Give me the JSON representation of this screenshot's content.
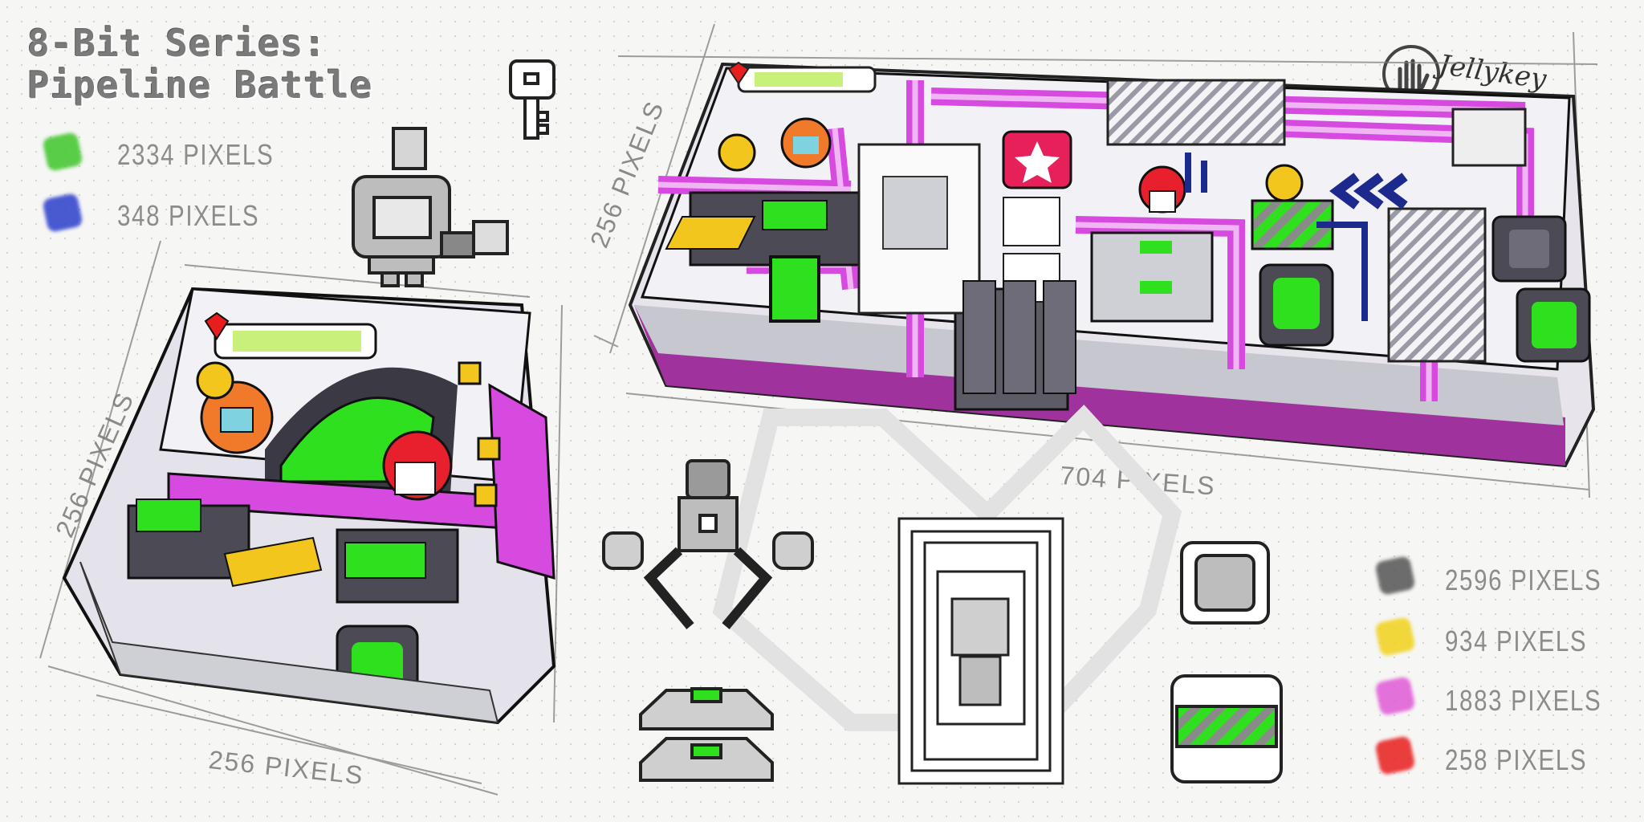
{
  "title": {
    "line1": "8-Bit Series:",
    "line2": "Pipeline Battle"
  },
  "brand": {
    "name": "Jellykey"
  },
  "palette_top": [
    {
      "label": "2334 PIXELS",
      "color": "#3ec62a"
    },
    {
      "label": "348 PIXELS",
      "color": "#2c3fcc"
    }
  ],
  "palette_bottom": [
    {
      "label": "2596 PIXELS",
      "color": "#555555"
    },
    {
      "label": "934  PIXELS",
      "color": "#f2d21a"
    },
    {
      "label": "1883 PIXELS",
      "color": "#e05ad6"
    },
    {
      "label": "258 PIXELS",
      "color": "#e81e1e"
    }
  ],
  "dimensions": {
    "big_height": "256 PIXELS",
    "big_width": "704 PIXELS",
    "small_height": "256 PIXELS",
    "small_width": "256 PIXELS"
  },
  "colors": {
    "green": "#2fe01e",
    "magenta": "#d64ae0",
    "purple_light": "#e9a6f0",
    "grey_dark": "#4b4a55",
    "grey_mid": "#8b8a96",
    "grey_light": "#cfcfd6",
    "yellow": "#f3c61d",
    "red": "#e8202e",
    "navy": "#1b2a8c",
    "orange": "#f07a2a"
  }
}
